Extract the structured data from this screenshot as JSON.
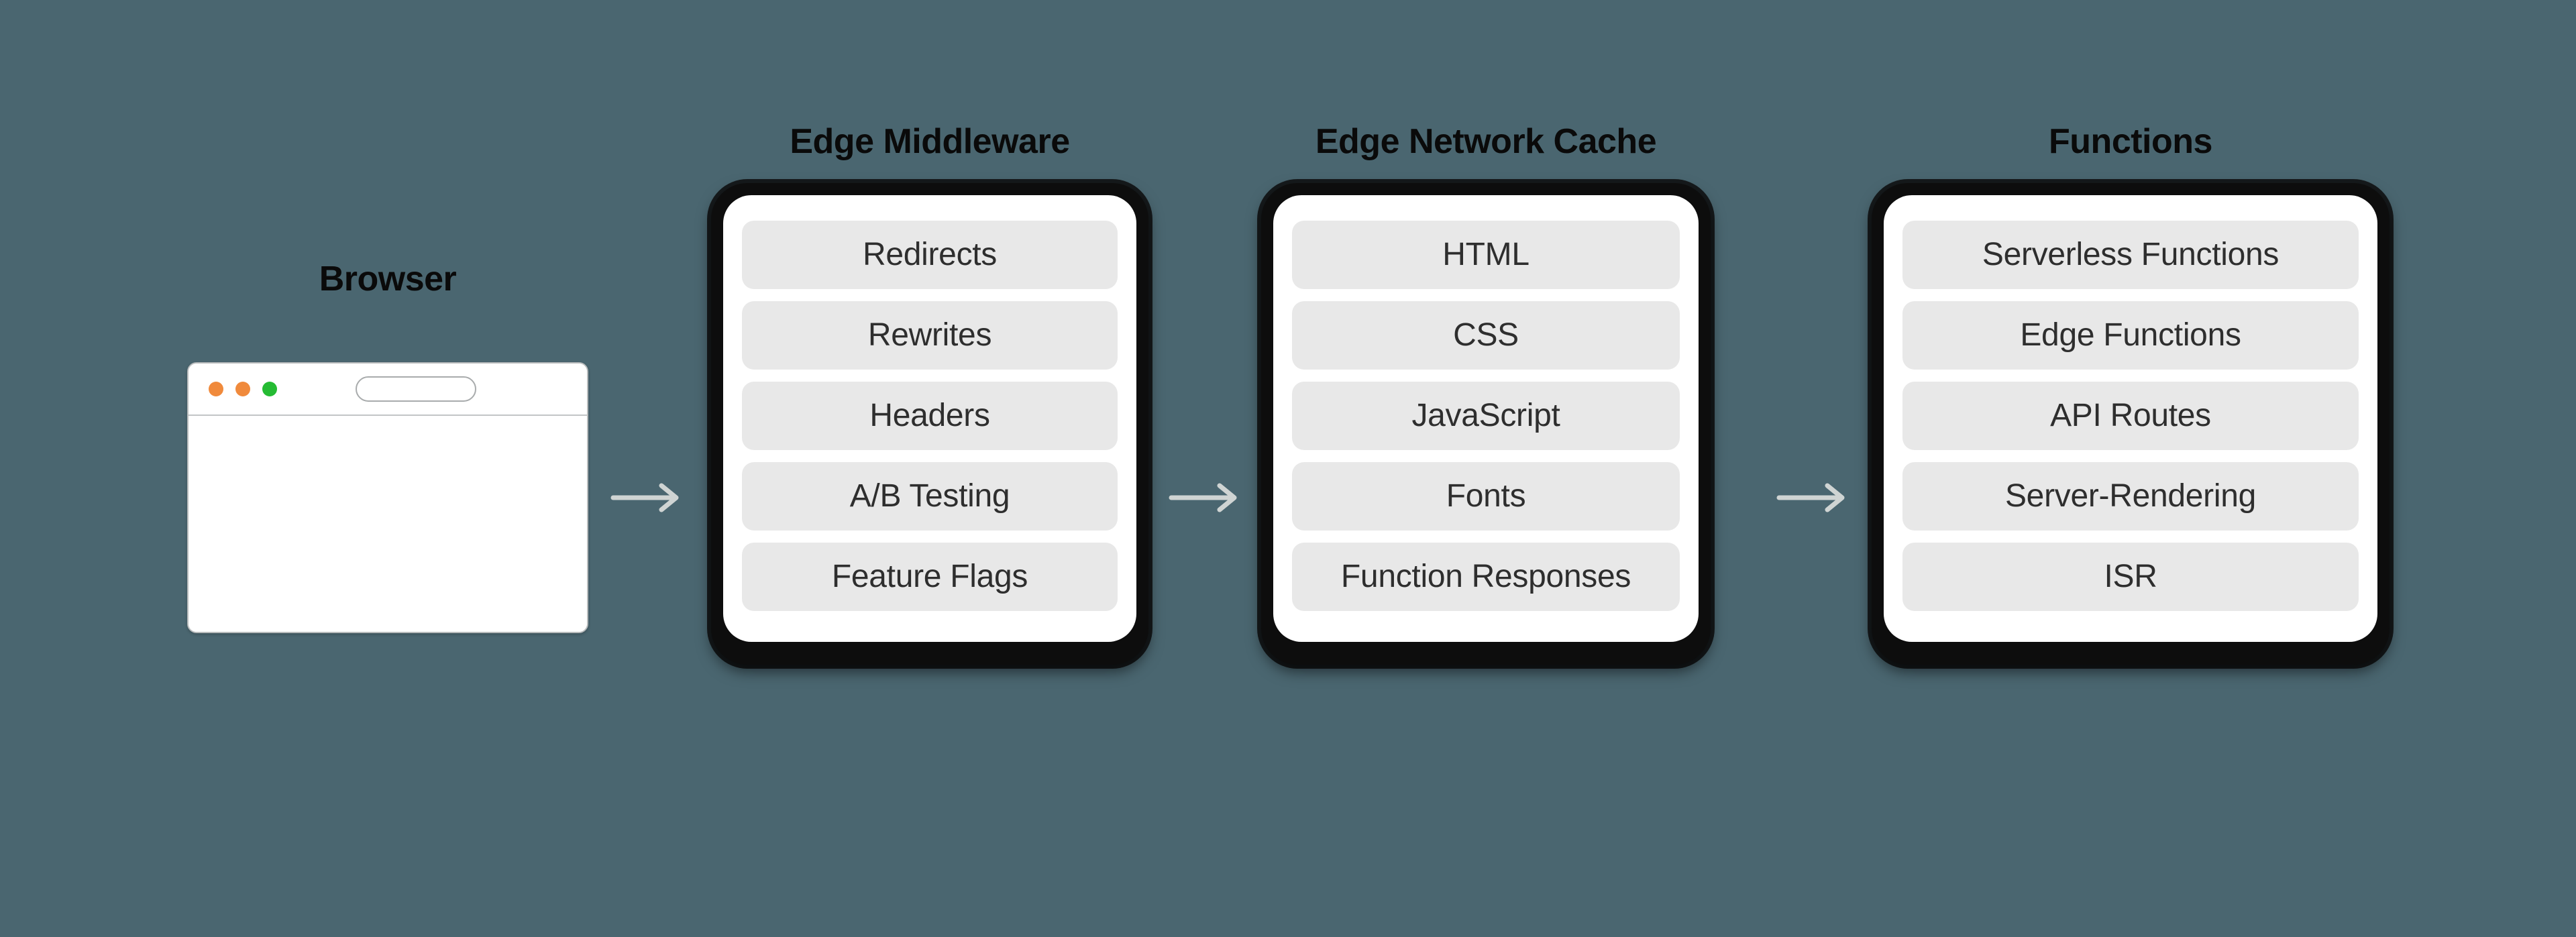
{
  "background_color": "#4a6670",
  "browser": {
    "title": "Browser",
    "window": {
      "traffic_lights": [
        {
          "name": "close-dot",
          "color": "#f08a3c"
        },
        {
          "name": "minimize-dot",
          "color": "#f08a3c"
        },
        {
          "name": "maximize-dot",
          "color": "#25bb33"
        }
      ],
      "address_bar": {
        "value": "",
        "placeholder": ""
      }
    }
  },
  "arrows": [
    {
      "name": "arrow-browser-to-middleware",
      "direction": "right",
      "color": "#cfd4d3"
    },
    {
      "name": "arrow-middleware-to-cache",
      "direction": "right",
      "color": "#cfd4d3"
    },
    {
      "name": "arrow-cache-to-functions",
      "direction": "right",
      "color": "#cfd4d3"
    }
  ],
  "stages": [
    {
      "id": "middleware",
      "title": "Edge Middleware",
      "items": [
        "Redirects",
        "Rewrites",
        "Headers",
        "A/B Testing",
        "Feature Flags"
      ]
    },
    {
      "id": "cache",
      "title": "Edge Network Cache",
      "items": [
        "HTML",
        "CSS",
        "JavaScript",
        "Fonts",
        "Function Responses"
      ]
    },
    {
      "id": "functions",
      "title": "Functions",
      "items": [
        "Serverless Functions",
        "Edge Functions",
        "API Routes",
        "Server-Rendering",
        "ISR"
      ]
    }
  ],
  "colors": {
    "card_shell": "#0d0d0d",
    "card_surface": "#ffffff",
    "pill_surface": "#e8e8e8",
    "pill_text": "#2e2e2e",
    "title_text": "#0a0a0a"
  }
}
